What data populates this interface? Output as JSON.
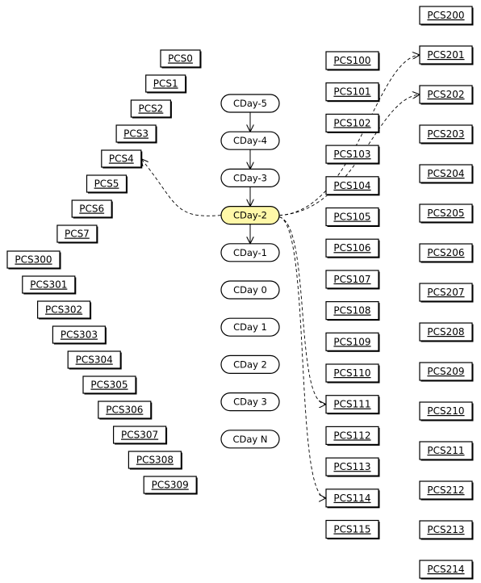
{
  "colors": {
    "background": "#ffffff",
    "box_border": "#000000",
    "selected_fill": "#fff8a8",
    "connector": "#000000"
  },
  "pcs_left_top": [
    "PCS0",
    "PCS1",
    "PCS2",
    "PCS3",
    "PCS4",
    "PCS5",
    "PCS6",
    "PCS7"
  ],
  "pcs_left_bottom": [
    "PCS300",
    "PCS301",
    "PCS302",
    "PCS303",
    "PCS304",
    "PCS305",
    "PCS306",
    "PCS307",
    "PCS308",
    "PCS309"
  ],
  "pcs_middle": [
    "PCS100",
    "PCS101",
    "PCS102",
    "PCS103",
    "PCS104",
    "PCS105",
    "PCS106",
    "PCS107",
    "PCS108",
    "PCS109",
    "PCS110",
    "PCS111",
    "PCS112",
    "PCS113",
    "PCS114",
    "PCS115"
  ],
  "pcs_right": [
    "PCS200",
    "PCS201",
    "PCS202",
    "PCS203",
    "PCS204",
    "PCS205",
    "PCS206",
    "PCS207",
    "PCS208",
    "PCS209",
    "PCS210",
    "PCS211",
    "PCS212",
    "PCS213",
    "PCS214"
  ],
  "cdays": [
    "CDay-5",
    "CDay-4",
    "CDay-3",
    "CDay-2",
    "CDay-1",
    "CDay 0",
    "CDay 1",
    "CDay 2",
    "CDay 3",
    "CDay N"
  ],
  "selected_cday": "CDay-2",
  "cday_chain_links": [
    [
      "CDay-5",
      "CDay-4"
    ],
    [
      "CDay-4",
      "CDay-3"
    ],
    [
      "CDay-3",
      "CDay-2"
    ],
    [
      "CDay-2",
      "CDay-1"
    ]
  ],
  "dashed_links": [
    {
      "from": "CDay-2",
      "to": "PCS4"
    },
    {
      "from": "CDay-2",
      "to": "PCS201"
    },
    {
      "from": "CDay-2",
      "to": "PCS202"
    },
    {
      "from": "CDay-2",
      "to": "PCS111"
    },
    {
      "from": "CDay-2",
      "to": "PCS114"
    }
  ]
}
